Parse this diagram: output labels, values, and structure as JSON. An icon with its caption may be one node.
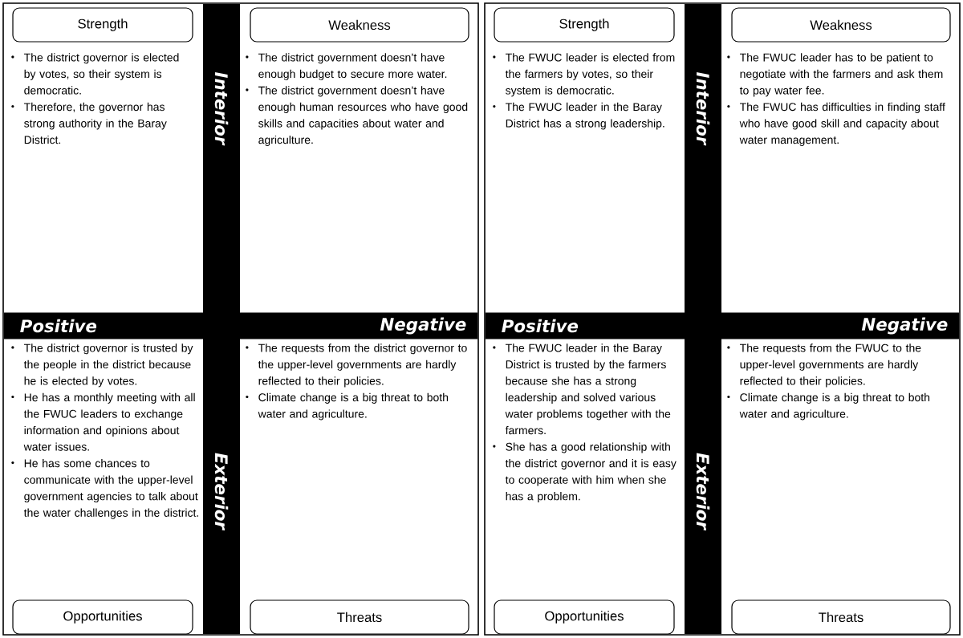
{
  "diagram": {
    "nodes": [
      {
        "text": [],
        "shape": "box"
      },
      {
        "text": [
          "Strength"
        ],
        "in": 0,
        "beside": [
          "The district governor is elected by votes, so their system is democratic.",
          "Therefore, the governor has strong authority in the Baray District."
        ]
      },
      {
        "text": [
          "Weakness"
        ],
        "in": 0,
        "beside": [
          "The district government doesn’t have enough budget to secure more water.",
          "The district government doesn’t have enough human resources who have good skills and capacities about water and agriculture."
        ]
      },
      {
        "text": [
          "Interior",
          "Exterior"
        ],
        "in": 0
      },
      {
        "text": [
          "Positive",
          "Negative"
        ],
        "in": 0
      },
      {
        "text": [
          "Opportunities"
        ],
        "in": 0,
        "beside": [
          "The district governor is trusted by the people in the district because he is elected by votes.",
          "He has a monthly meeting with all the FWUC leaders to exchange information and opinions about water issues.",
          "He has some chances to communicate with the upper-level government agencies to talk about the water challenges in the district."
        ]
      },
      {
        "text": [
          "Threats"
        ],
        "in": 0,
        "beside": [
          "The requests from the district governor to the upper-level governments are hardly reflected to their policies.",
          "Climate change is a big threat to both water and agriculture."
        ]
      },
      {
        "text": [],
        "shape": "box"
      },
      {
        "text": [
          "Strength"
        ],
        "in": 7,
        "beside": [
          "The FWUC leader is elected from the farmers by votes, so their system is democratic.",
          "The FWUC leader in the Baray District has a strong leadership."
        ]
      },
      {
        "text": [
          "Weakness"
        ],
        "in": 7,
        "beside": [
          "The FWUC leader has to be patient to negotiate with the farmers and ask them to pay water fee.",
          "The FWUC has difficulties in finding staff who have good skill and capacity about water management."
        ]
      },
      {
        "text": [
          "Interior",
          "Exterior"
        ],
        "in": 7
      },
      {
        "text": [
          "Positive",
          "Negative"
        ],
        "in": 7
      },
      {
        "text": [
          "Opportunities"
        ],
        "in": 7,
        "beside": [
          "The FWUC leader in the Baray District is trusted by the farmers because she has a strong leadership and solved various water problems together with the farmers.",
          "She has a good relationship with the district governor and it is easy to cooperate with him when she has a problem."
        ]
      },
      {
        "text": [
          "Threats"
        ],
        "in": 7,
        "beside": [
          "The requests from the FWUC to the upper-level governments are hardly reflected to their policies.",
          "Climate change is a big threat to both water and agriculture."
        ]
      }
    ]
  }
}
